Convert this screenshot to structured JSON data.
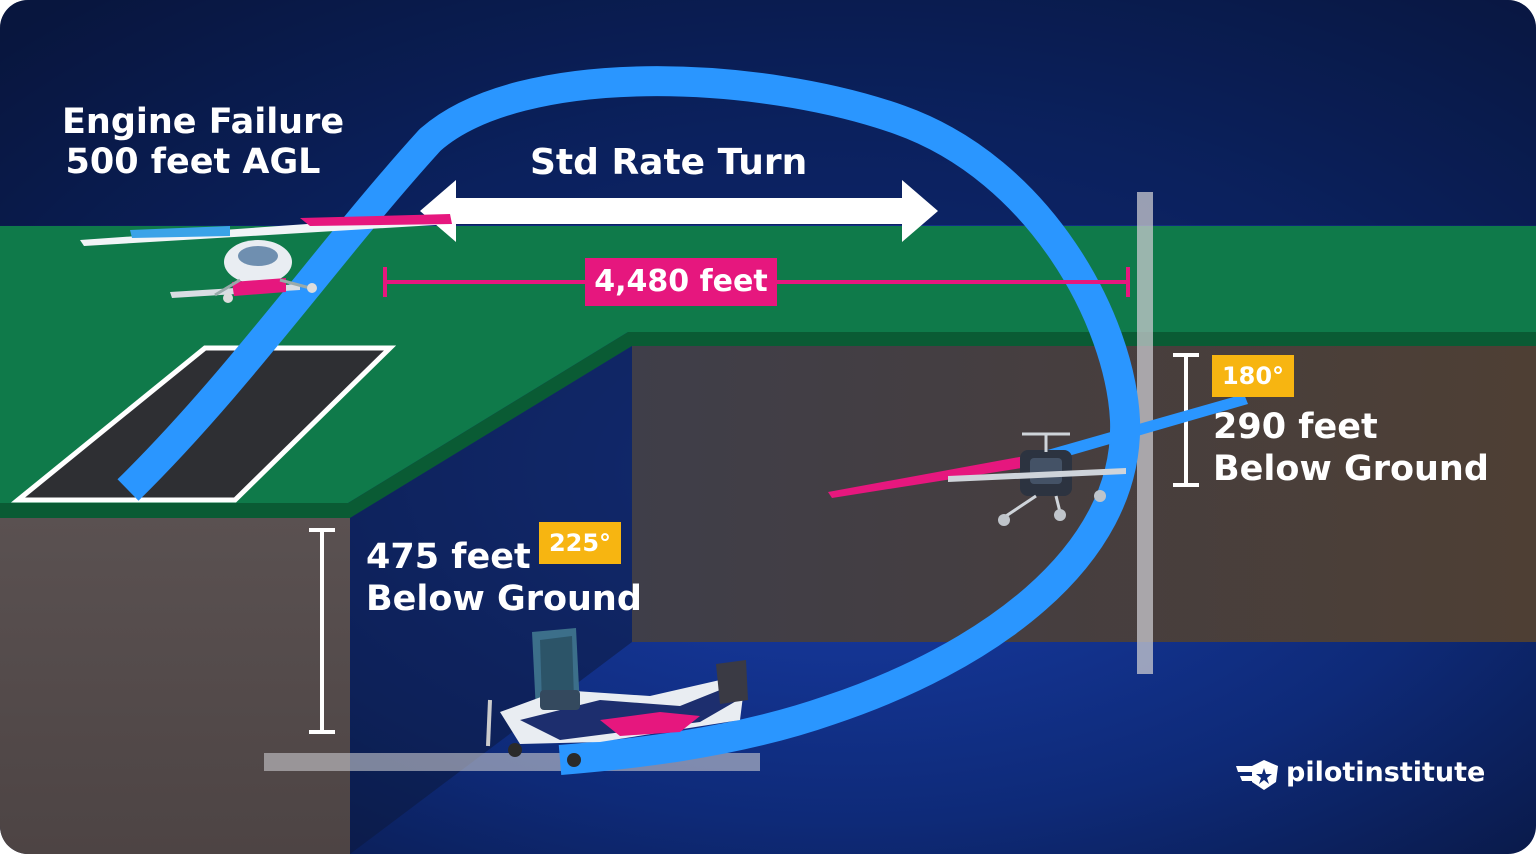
{
  "figure": {
    "title_line1": "Engine Failure",
    "title_line2": "500 feet AGL",
    "turn_label": "Std Rate Turn",
    "distance_label": "4,480 feet",
    "point_180": {
      "heading": "180°",
      "depth_line1": "290 feet",
      "depth_line2": "Below Ground"
    },
    "point_225": {
      "heading": "225°",
      "depth_line1": "475 feet",
      "depth_line2": "Below Ground"
    },
    "brand": "pilotinstitute"
  },
  "colors": {
    "sky": "#0b1a4a",
    "grass": "#0f7a4a",
    "turn_path": "#2a96ff",
    "distance_marker": "#e6177e",
    "heading_badge": "#f7b511",
    "ground_section": "#4b4a52"
  },
  "icons": {
    "aircraft": "cessna-aircraft-icon",
    "logo": "winged-star-logo-icon"
  }
}
